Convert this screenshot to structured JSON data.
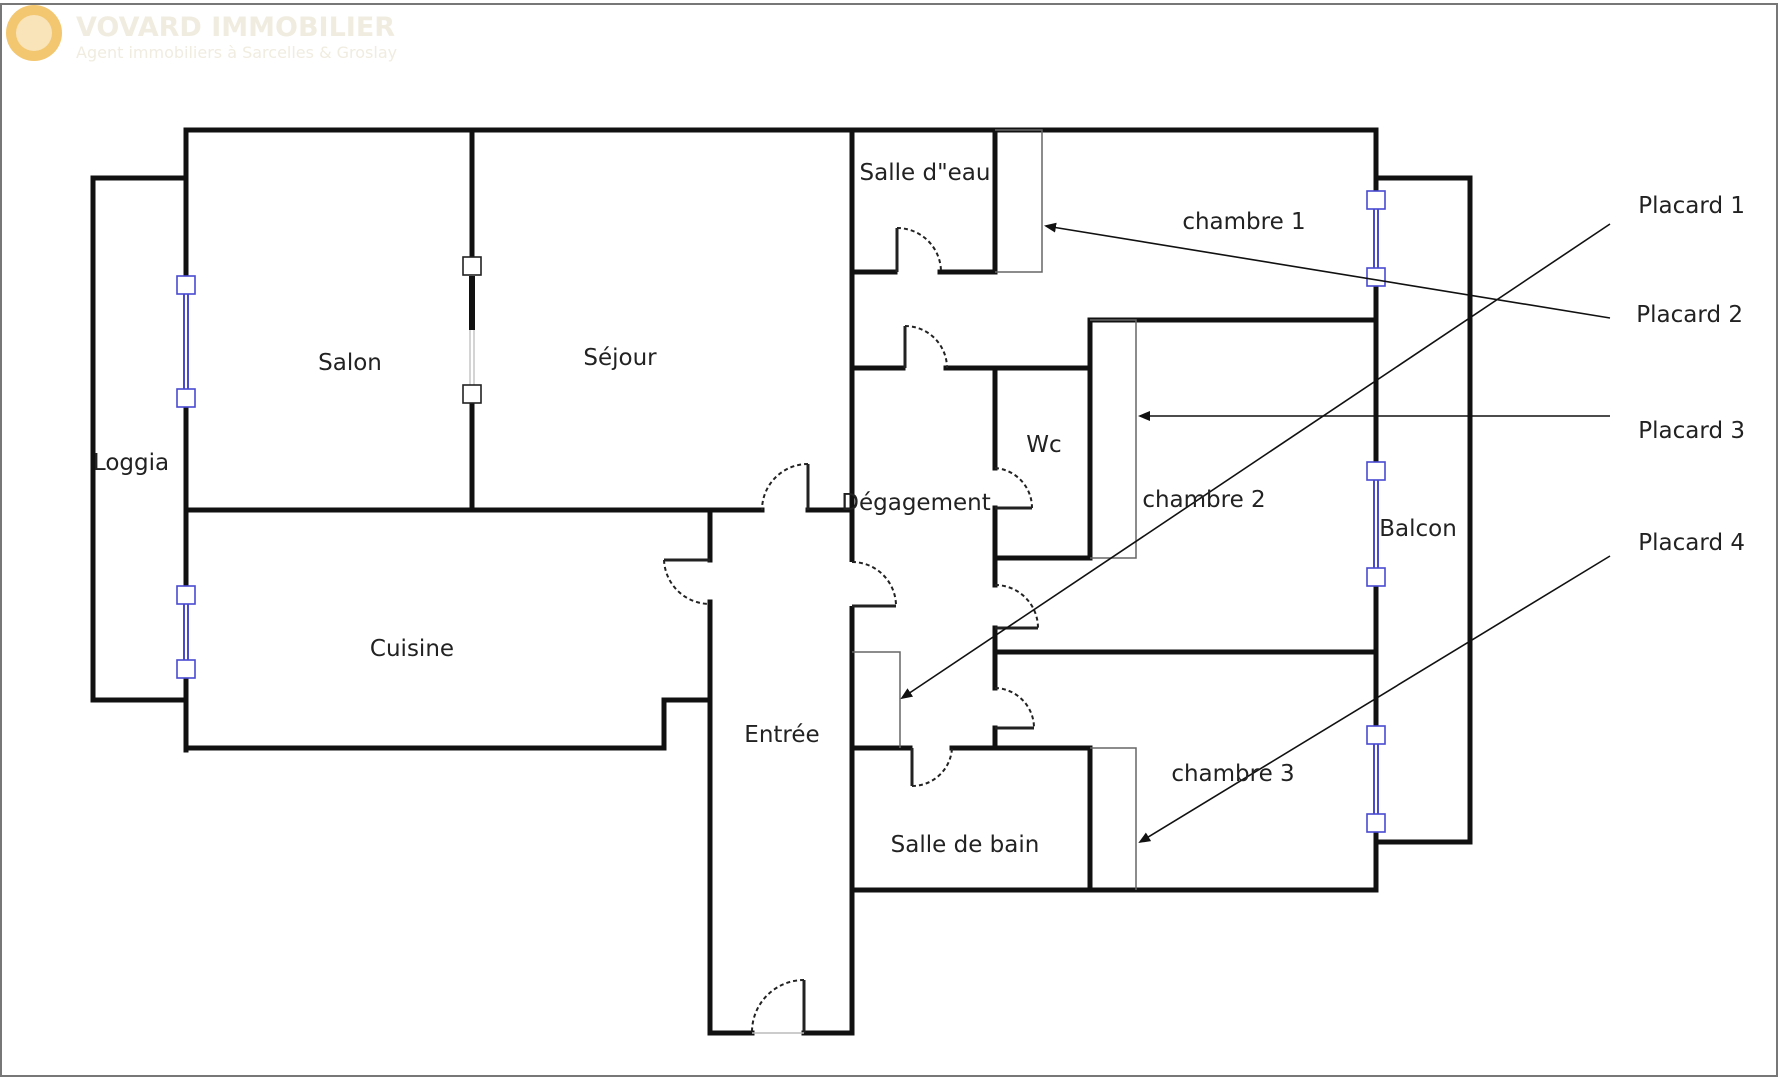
{
  "agency": {
    "name": "VOVARD IMMOBILIER",
    "tagline": "Agent immobiliers à Sarcelles & Groslay",
    "logo_color": "#f3c770"
  },
  "rooms": {
    "salon": "Salon",
    "sejour": "Séjour",
    "loggia": "Loggia",
    "cuisine": "Cuisine",
    "entree": "Entrée",
    "degagement": "Dégagement",
    "salle_eau": "Salle d\"eau",
    "wc": "Wc",
    "chambre1": "chambre 1",
    "chambre2": "chambre 2",
    "chambre3": "chambre 3",
    "salle_bain": "Salle de bain",
    "balcon": "Balcon"
  },
  "callouts": {
    "placard1": "Placard 1",
    "placard2": "Placard 2",
    "placard3": "Placard 3",
    "placard4": "Placard 4"
  },
  "colors": {
    "wall": "#111111",
    "window": "#4a4ad0",
    "closet": "#666666"
  }
}
